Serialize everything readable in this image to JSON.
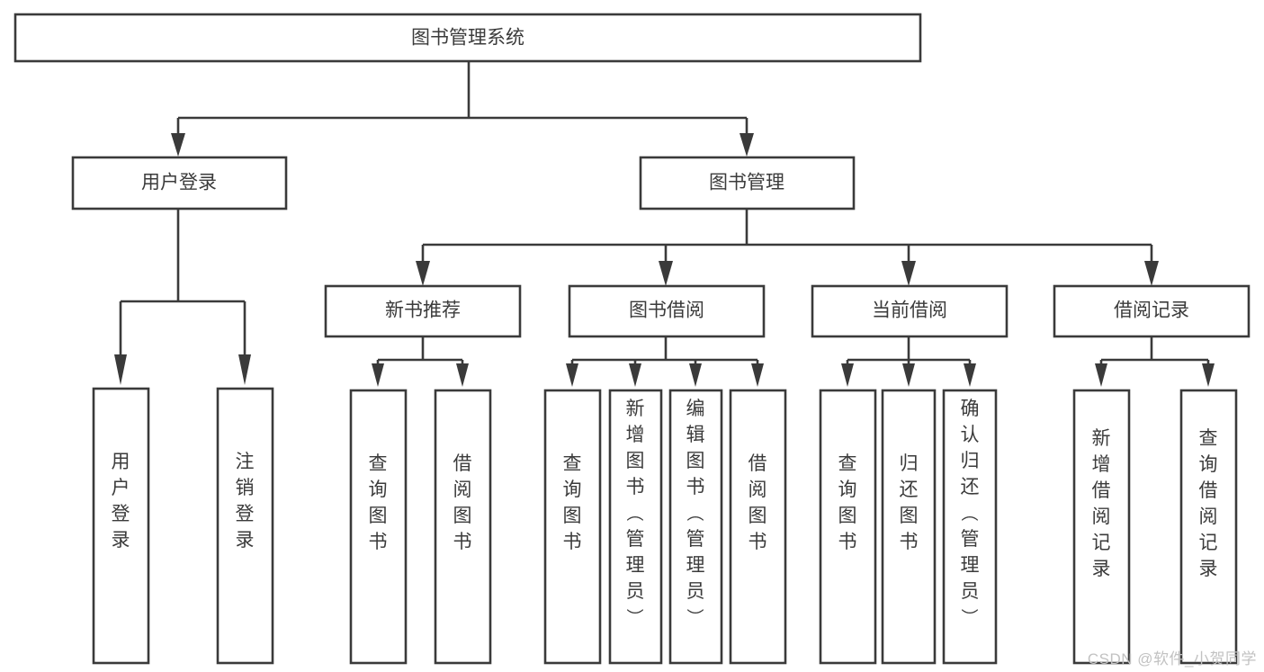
{
  "diagram": {
    "type": "tree",
    "title": "图书管理系统",
    "watermark": "CSDN @软件_小贺同学",
    "colors": {
      "background": "#ffffff",
      "box_fill": "#ffffff",
      "box_stroke": "#3a3a3a",
      "text": "#3b3b3b",
      "watermark": "#c2c2c2"
    },
    "root": {
      "label": "图书管理系统"
    },
    "level2": [
      {
        "label": "用户登录"
      },
      {
        "label": "图书管理"
      }
    ],
    "level3": [
      {
        "label": "新书推荐"
      },
      {
        "label": "图书借阅"
      },
      {
        "label": "当前借阅"
      },
      {
        "label": "借阅记录"
      }
    ],
    "leaves": {
      "user_login": [
        {
          "label": "用户登录"
        },
        {
          "label": "注销登录"
        }
      ],
      "new_book_recommend": [
        {
          "label": "查询图书"
        },
        {
          "label": "借阅图书"
        }
      ],
      "book_borrow": [
        {
          "label": "查询图书"
        },
        {
          "label": "新增图书（管理员）"
        },
        {
          "label": "编辑图书（管理员）"
        },
        {
          "label": "借阅图书"
        }
      ],
      "current_borrow": [
        {
          "label": "查询图书"
        },
        {
          "label": "归还图书"
        },
        {
          "label": "确认归还（管理员）"
        }
      ],
      "borrow_record": [
        {
          "label": "新增借阅记录"
        },
        {
          "label": "查询借阅记录"
        }
      ]
    }
  }
}
